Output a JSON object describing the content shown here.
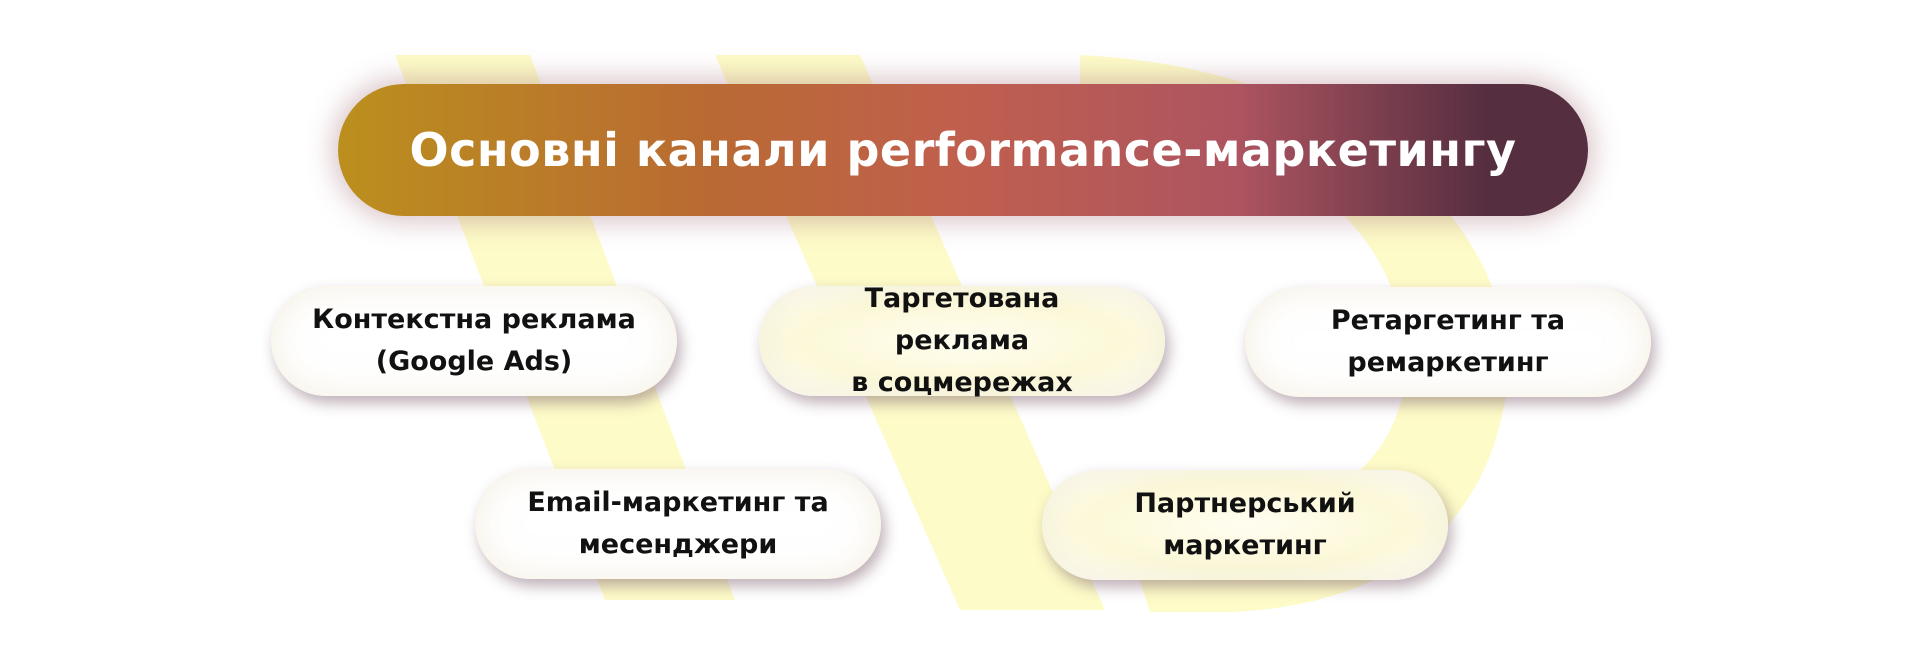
{
  "diagram": {
    "title": "Основні канали performance-маркетингу",
    "channels": [
      {
        "line1": "Контекстна реклама",
        "line2": "(Google Ads)"
      },
      {
        "line1": "Таргетована реклама",
        "line2": "в соцмережах"
      },
      {
        "line1": "Ретаргетинг та",
        "line2": "ремаркетинг"
      },
      {
        "line1": "Email-маркетинг та",
        "line2": "месенджери"
      },
      {
        "line1": "Партнерський",
        "line2": "маркетинг"
      }
    ]
  },
  "colors": {
    "title_gradient": [
      "#bb8f1d",
      "#b96a33",
      "#c05f4e",
      "#ad5460",
      "#552e40"
    ],
    "title_text": "#ffffff",
    "card_text": "#111111",
    "watermark": "#fdfbc8"
  }
}
